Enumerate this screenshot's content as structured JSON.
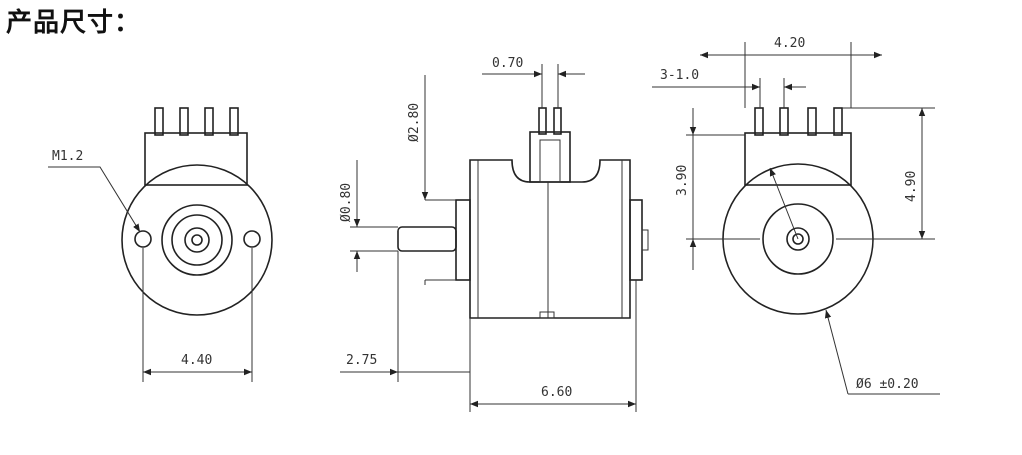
{
  "title": "产品尺寸：",
  "dimensions": {
    "front_thread": "M1.2",
    "front_width": "4.40",
    "side_pin_pitch": "0.70",
    "side_pin_dia": "Ø2.80",
    "side_shaft_dia": "Ø0.80",
    "side_shaft_length": "2.75",
    "side_body_length": "6.60",
    "rear_pins": "3-1.0",
    "rear_width": "4.20",
    "rear_height_a": "3.90",
    "rear_height_b": "4.90",
    "rear_diameter": "Ø6 ±0.20"
  }
}
